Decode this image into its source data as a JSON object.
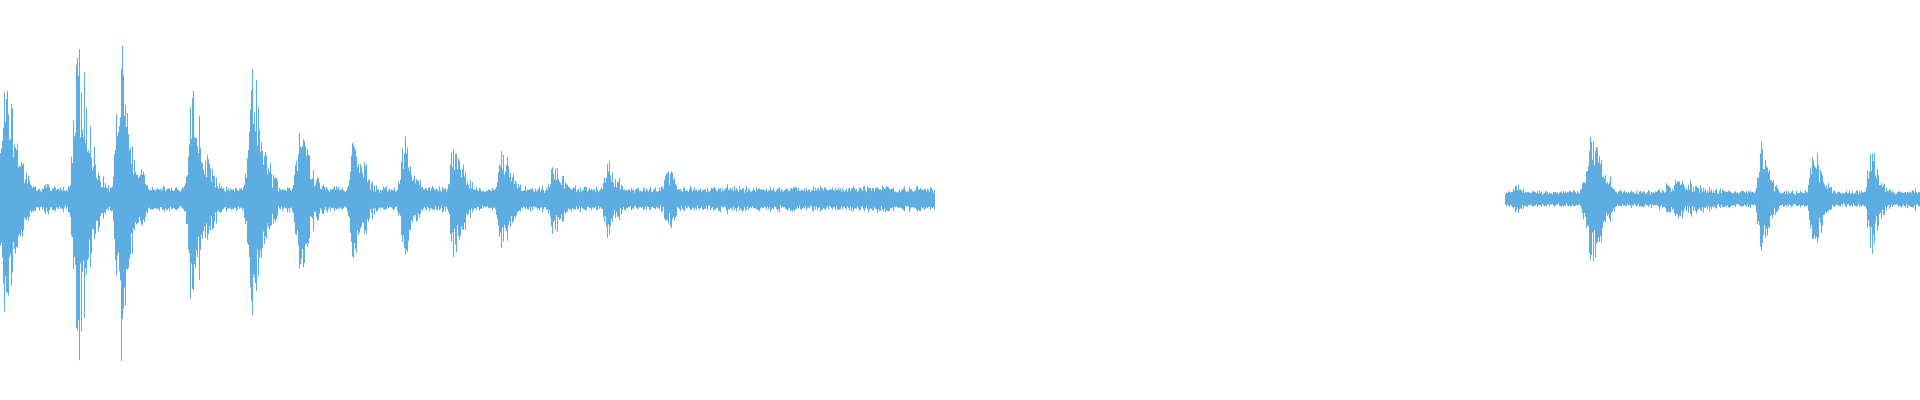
{
  "waveform": {
    "color": "#5dade2",
    "background": "#ffffff",
    "segments": [
      {
        "name": "segment-1",
        "start": 0.0,
        "end": 0.487,
        "baseline": 0.03,
        "bursts": [
          {
            "pos": 0.003,
            "amp": 0.36,
            "width": 0.007
          },
          {
            "pos": 0.024,
            "amp": 0.05,
            "width": 0.006
          },
          {
            "pos": 0.041,
            "amp": 0.43,
            "width": 0.007
          },
          {
            "pos": 0.063,
            "amp": 0.38,
            "width": 0.007
          },
          {
            "pos": 0.101,
            "amp": 0.34,
            "width": 0.007
          },
          {
            "pos": 0.132,
            "amp": 0.34,
            "width": 0.007
          },
          {
            "pos": 0.157,
            "amp": 0.21,
            "width": 0.007
          },
          {
            "pos": 0.185,
            "amp": 0.19,
            "width": 0.007
          },
          {
            "pos": 0.211,
            "amp": 0.15,
            "width": 0.007
          },
          {
            "pos": 0.237,
            "amp": 0.17,
            "width": 0.007
          },
          {
            "pos": 0.262,
            "amp": 0.14,
            "width": 0.007
          },
          {
            "pos": 0.289,
            "amp": 0.11,
            "width": 0.007
          },
          {
            "pos": 0.317,
            "amp": 0.11,
            "width": 0.007
          },
          {
            "pos": 0.348,
            "amp": 0.09,
            "width": 0.006
          },
          {
            "pos": 0.379,
            "amp": 0.04,
            "width": 0.004
          },
          {
            "pos": 0.402,
            "amp": 0.02,
            "width": 0.004
          }
        ]
      },
      {
        "name": "segment-2",
        "start": 0.784,
        "end": 1.0,
        "baseline": 0.02,
        "bursts": [
          {
            "pos": 0.79,
            "amp": 0.05,
            "width": 0.006
          },
          {
            "pos": 0.829,
            "amp": 0.19,
            "width": 0.008
          },
          {
            "pos": 0.876,
            "amp": 0.05,
            "width": 0.03
          },
          {
            "pos": 0.918,
            "amp": 0.15,
            "width": 0.006
          },
          {
            "pos": 0.945,
            "amp": 0.15,
            "width": 0.006
          },
          {
            "pos": 0.975,
            "amp": 0.14,
            "width": 0.006
          },
          {
            "pos": 0.997,
            "amp": 0.03,
            "width": 0.006
          }
        ]
      }
    ]
  }
}
